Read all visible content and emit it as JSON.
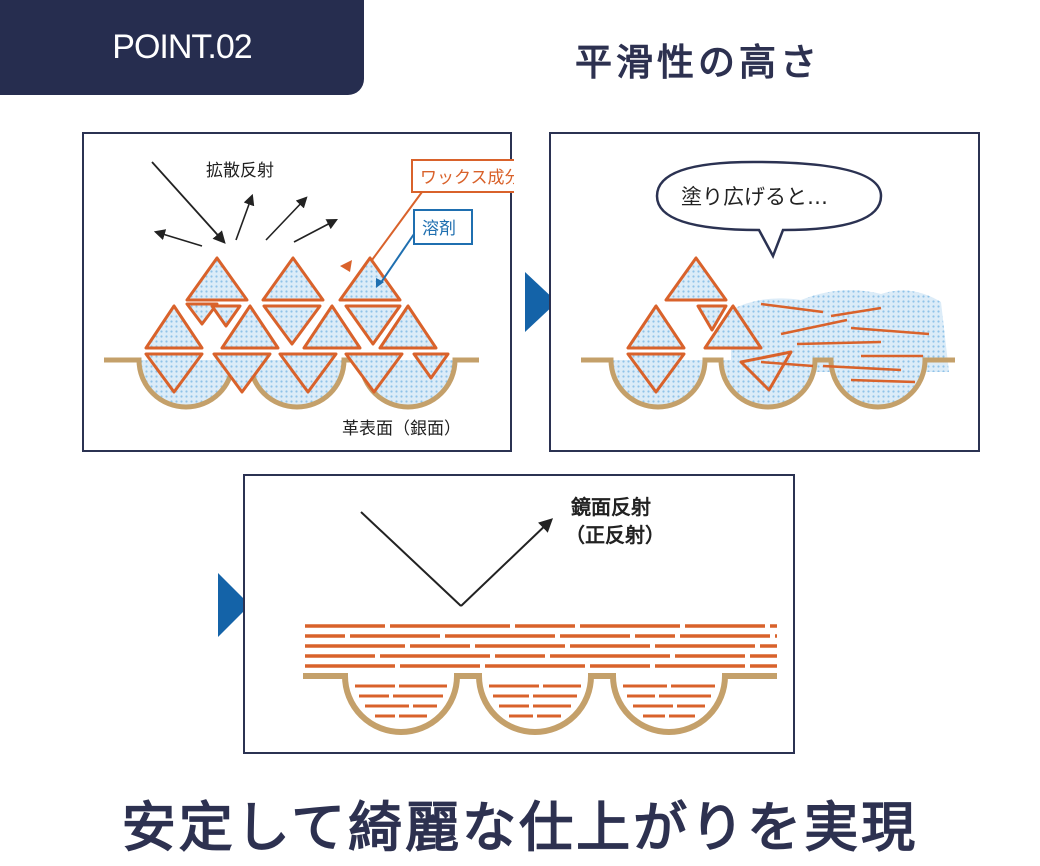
{
  "header": {
    "point_label": "POINT.02",
    "title": "平滑性の高さ"
  },
  "panel1": {
    "diffuse_label": "拡散反射",
    "wax_label": "ワックス成分",
    "solvent_label": "溶剤",
    "surface_label": "革表面（銀面）"
  },
  "panel2": {
    "bubble_text": "塗り広げると…"
  },
  "panel3": {
    "reflection_label_1": "鏡面反射",
    "reflection_label_2": "（正反射）"
  },
  "footer": {
    "tagline": "安定して綺麗な仕上がりを実現"
  },
  "colors": {
    "navy": "#262d4f",
    "orange": "#d9622b",
    "blue_label": "#1f6fb0",
    "arrow_blue": "#1463a8",
    "tan": "#c4a06a",
    "light_blue": "#cfe6f5"
  }
}
